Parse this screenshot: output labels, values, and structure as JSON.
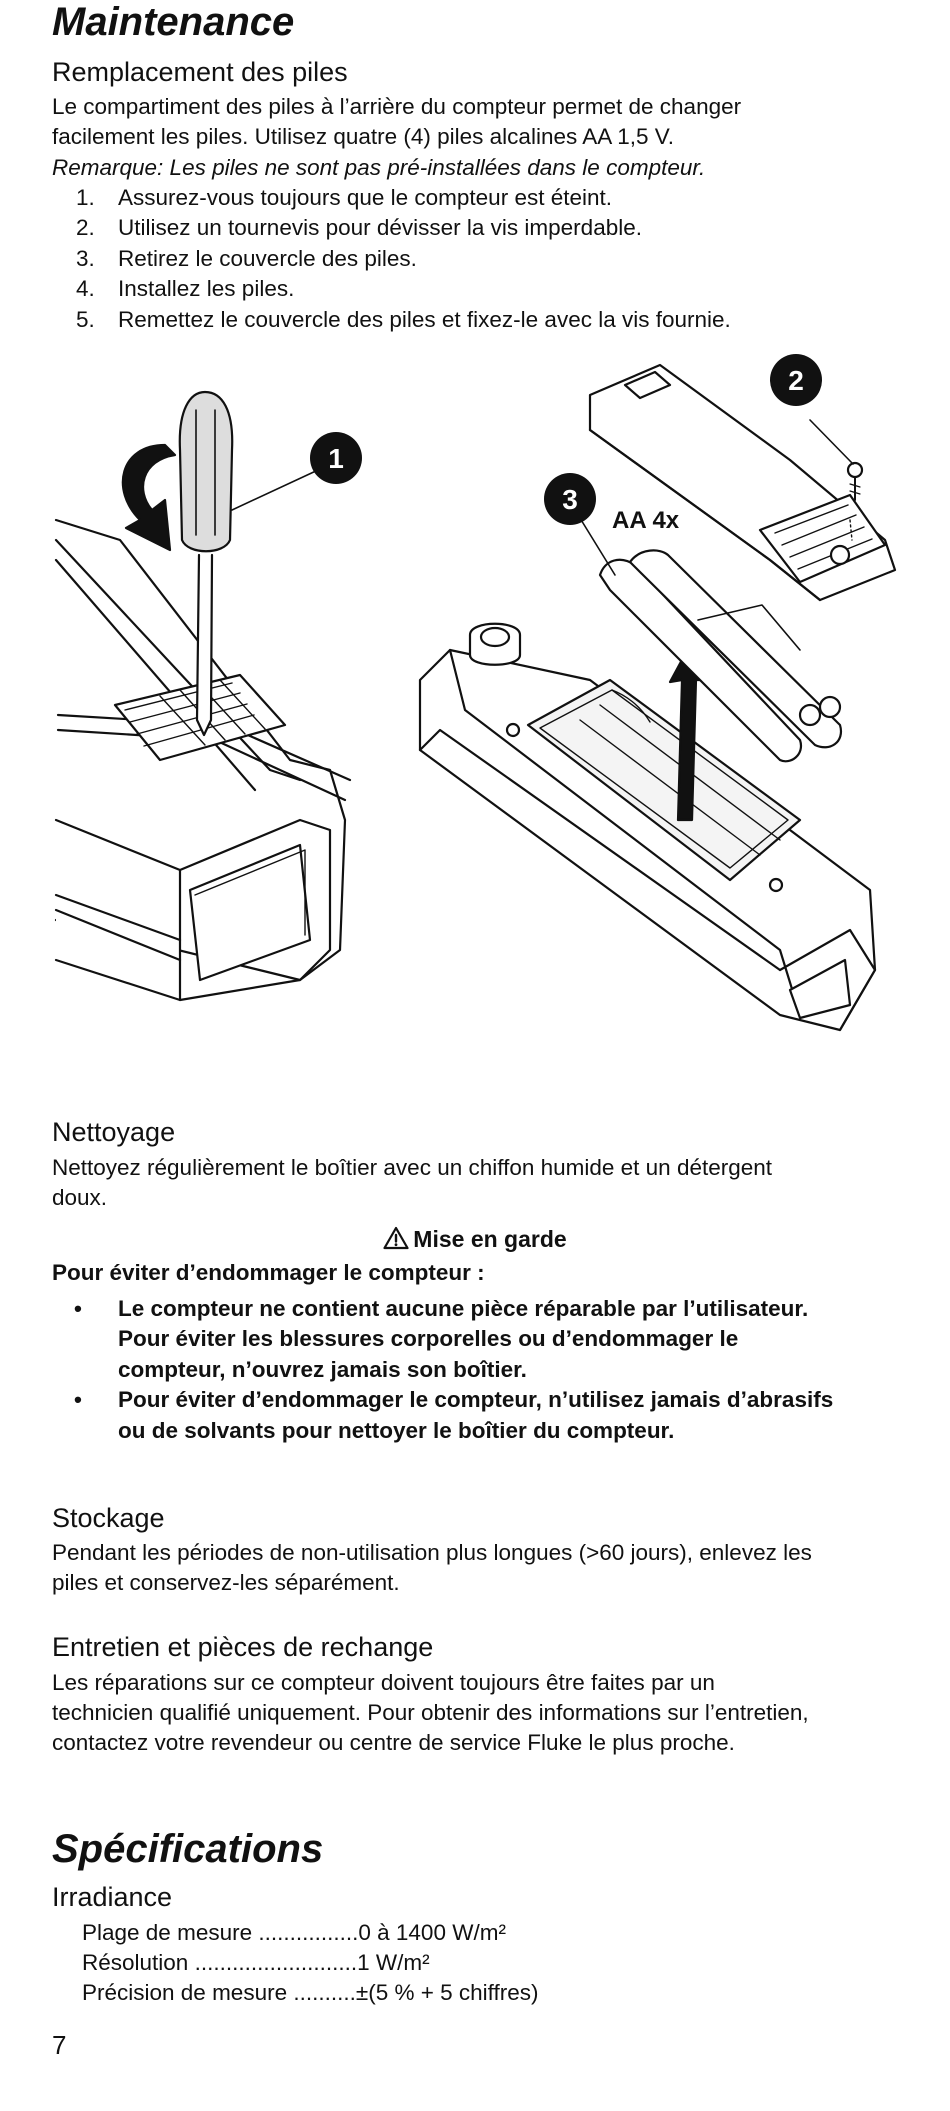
{
  "maintenance": {
    "title": "Maintenance",
    "battery": {
      "heading": "Remplacement des piles",
      "para_line1": "Le compartiment des piles à l’arrière du compteur permet de changer",
      "para_line2": "facilement les piles. Utilisez quatre (4) piles alcalines AA 1,5 V.",
      "note": "Remarque: Les piles ne sont pas pré-installées dans le compteur.",
      "steps": [
        {
          "num": "1.",
          "text": "Assurez-vous toujours que le compteur est éteint."
        },
        {
          "num": "2.",
          "text": "Utilisez un tournevis pour dévisser la vis imperdable."
        },
        {
          "num": "3.",
          "text": "Retirez le couvercle des piles."
        },
        {
          "num": "4.",
          "text": "Installez les piles."
        },
        {
          "num": "5.",
          "text": "Remettez le couvercle des piles et fixez-le avec la vis fournie."
        }
      ]
    },
    "figure": {
      "callout_1": "1",
      "callout_2": "2",
      "callout_3": "3",
      "battery_label": "AA 4x"
    },
    "cleaning": {
      "heading": "Nettoyage",
      "para_line1": "Nettoyez régulièrement le boîtier avec un chiffon humide et un détergent",
      "para_line2": "doux."
    },
    "caution": {
      "title": "Mise en garde",
      "intro": "Pour éviter d’endommager le compteur :",
      "bullets": [
        {
          "line1": "Le compteur ne contient aucune pièce réparable par l’utilisateur.",
          "line2": "Pour éviter les blessures corporelles ou d’endommager le",
          "line3": "compteur, n’ouvrez jamais son boîtier."
        },
        {
          "line1": "Pour éviter d’endommager le compteur, n’utilisez jamais d’abrasifs",
          "line2": "ou de solvants pour nettoyer le boîtier du compteur."
        }
      ]
    },
    "storage": {
      "heading": "Stockage",
      "para_line1": "Pendant les périodes de non-utilisation plus longues (>60 jours), enlevez les",
      "para_line2": "piles et conservez-les séparément."
    },
    "service": {
      "heading": "Entretien et pièces de rechange",
      "para_line1": "Les réparations sur ce compteur doivent toujours être faites par un",
      "para_line2": "technicien qualifié uniquement. Pour obtenir des informations sur l’entretien,",
      "para_line3": "contactez votre revendeur ou centre de service Fluke le plus proche."
    }
  },
  "specifications": {
    "title": "Spécifications",
    "irradiance": {
      "heading": "Irradiance",
      "rows": [
        {
          "label": "Plage de mesure ................",
          "value": "0 à 1400 W/m²"
        },
        {
          "label": "Résolution ..........................",
          "value": "1 W/m²"
        },
        {
          "label": "Précision de mesure ..........",
          "value": "±(5 % + 5 chiffres)"
        }
      ]
    }
  },
  "page_number": "7",
  "icons": {
    "warning": "warning-triangle-icon"
  }
}
